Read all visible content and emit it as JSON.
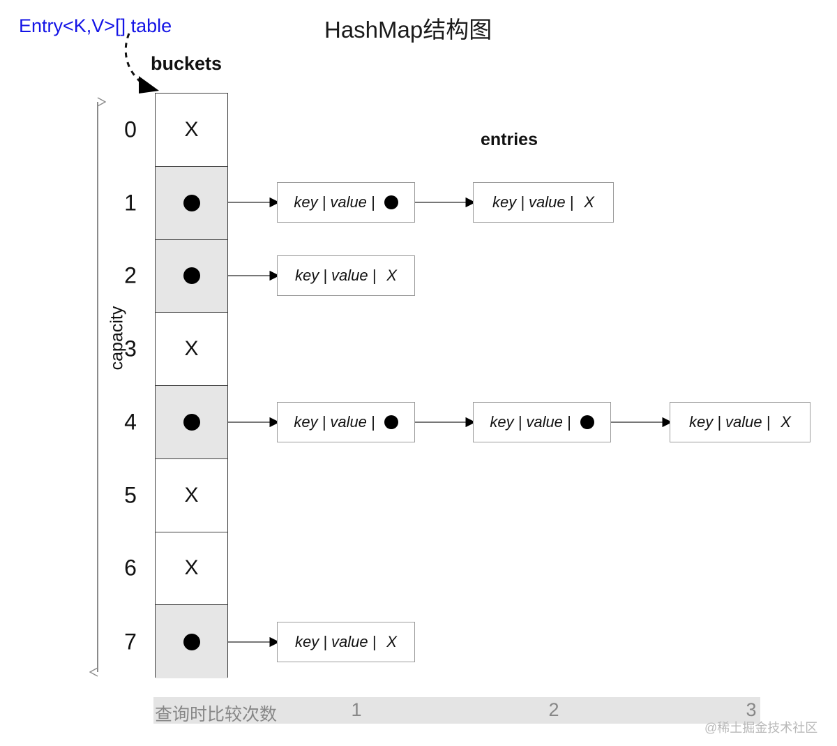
{
  "diagram": {
    "title": "HashMap结构图",
    "table_ref_label": "Entry<K,V>[] table",
    "buckets_label": "buckets",
    "entries_label": "entries",
    "capacity_label": "capacity",
    "colors": {
      "ref_label": "#1414e6",
      "filled_cell": "#e6e6e6",
      "empty_cell": "#ffffff",
      "cell_border": "#3d3d3d",
      "entry_border": "#9b9b9b",
      "footer_band": "#e4e4e4",
      "footer_text": "#878787",
      "watermark": "#b9b9b9",
      "node_dot": "#000000"
    },
    "buckets": [
      {
        "index": "0",
        "state": "empty",
        "marker": "X",
        "chain": []
      },
      {
        "index": "1",
        "state": "filled",
        "marker": "dot",
        "chain": [
          {
            "key": "key",
            "sep": "|",
            "value": "value",
            "next": "dot"
          },
          {
            "key": "key",
            "sep": "|",
            "value": "value",
            "next": "X"
          }
        ]
      },
      {
        "index": "2",
        "state": "filled",
        "marker": "dot",
        "chain": [
          {
            "key": "key",
            "sep": "|",
            "value": "value",
            "next": "X"
          }
        ]
      },
      {
        "index": "3",
        "state": "empty",
        "marker": "X",
        "chain": []
      },
      {
        "index": "4",
        "state": "filled",
        "marker": "dot",
        "chain": [
          {
            "key": "key",
            "sep": "|",
            "value": "value",
            "next": "dot"
          },
          {
            "key": "key",
            "sep": "|",
            "value": "value",
            "next": "dot"
          },
          {
            "key": "key",
            "sep": "|",
            "value": "value",
            "next": "X"
          }
        ]
      },
      {
        "index": "5",
        "state": "empty",
        "marker": "X",
        "chain": []
      },
      {
        "index": "6",
        "state": "empty",
        "marker": "X",
        "chain": []
      },
      {
        "index": "7",
        "state": "filled",
        "marker": "dot",
        "chain": [
          {
            "key": "key",
            "sep": "|",
            "value": "value",
            "next": "X"
          }
        ]
      }
    ],
    "footer": {
      "label": "查询时比较次数",
      "counts": [
        "1",
        "2",
        "3"
      ],
      "watermark": "@稀土掘金技术社区"
    }
  }
}
